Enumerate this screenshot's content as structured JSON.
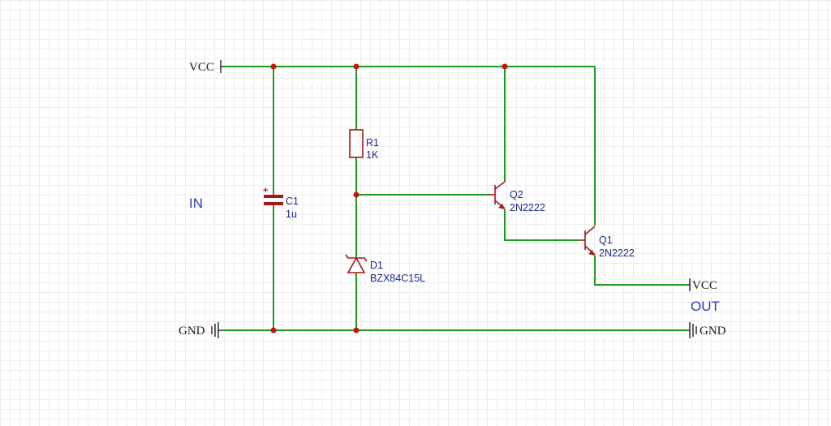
{
  "colors": {
    "wire": "#1e9b1e",
    "component": "#a31818",
    "junction": "#c81414",
    "label": "#1b2a8c",
    "section_label": "#2a3bb8"
  },
  "net_labels": {
    "vcc_in": "VCC",
    "gnd_in": "GND",
    "vcc_out": "VCC",
    "gnd_out": "GND"
  },
  "sections": {
    "input": "IN",
    "output": "OUT"
  },
  "components": {
    "r1": {
      "designator": "R1",
      "value": "1K"
    },
    "c1": {
      "designator": "C1",
      "value": "1u",
      "polarity": "+"
    },
    "d1": {
      "designator": "D1",
      "value": "BZX84C15L"
    },
    "q2": {
      "designator": "Q2",
      "value": "2N2222"
    },
    "q1": {
      "designator": "Q1",
      "value": "2N2222"
    }
  }
}
